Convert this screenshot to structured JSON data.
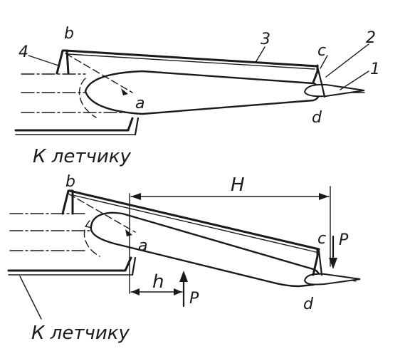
{
  "top": {
    "points": {
      "b": "b",
      "a": "a",
      "c": "c",
      "d": "d"
    },
    "parts": {
      "n1": "1",
      "n2": "2",
      "n3": "3",
      "n4": "4"
    },
    "caption": "К летчику"
  },
  "bottom": {
    "points": {
      "b": "b",
      "a": "a",
      "c": "c",
      "d": "d"
    },
    "dims": {
      "H": "H",
      "h": "h"
    },
    "forces": {
      "P_right": "P",
      "P_bottom": "P"
    },
    "caption": "К летчику"
  }
}
